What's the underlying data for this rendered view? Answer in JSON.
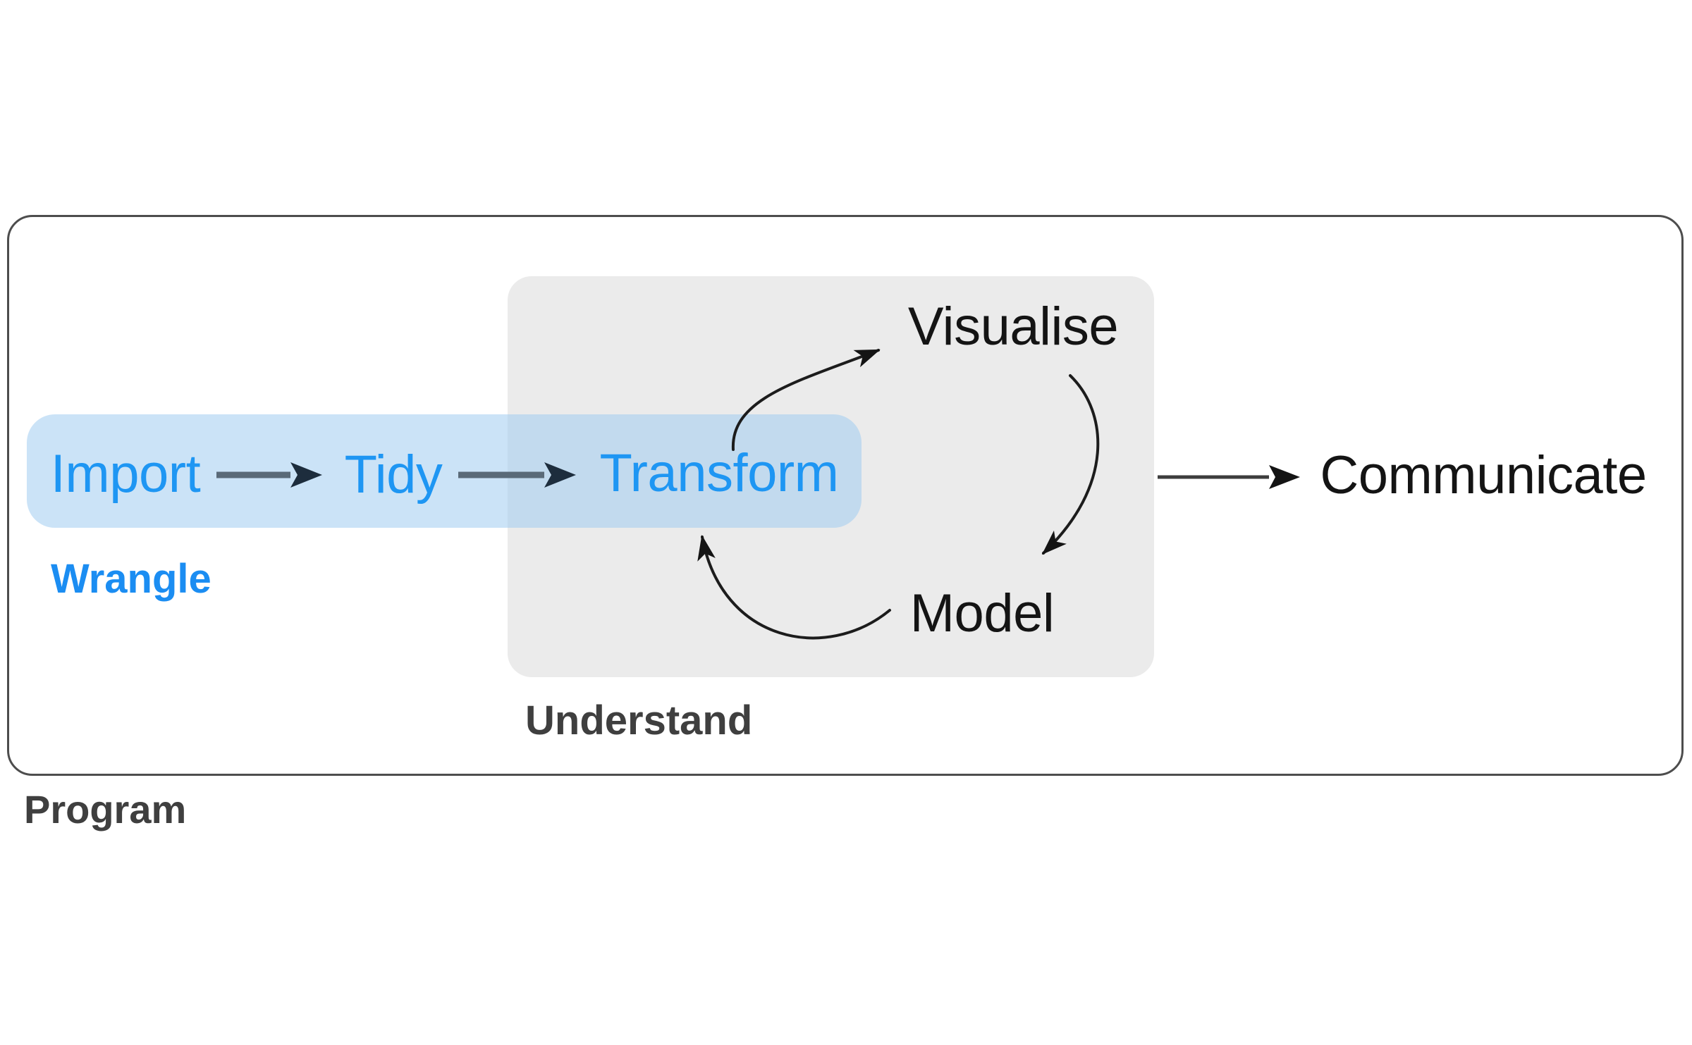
{
  "nodes": {
    "import": {
      "label": "Import"
    },
    "tidy": {
      "label": "Tidy"
    },
    "transform": {
      "label": "Transform"
    },
    "visualise": {
      "label": "Visualise"
    },
    "model": {
      "label": "Model"
    },
    "communicate": {
      "label": "Communicate"
    }
  },
  "regions": {
    "wrangle": {
      "label": "Wrangle"
    },
    "understand": {
      "label": "Understand"
    },
    "program": {
      "label": "Program"
    }
  },
  "arrows": [
    {
      "from": "Import",
      "to": "Tidy"
    },
    {
      "from": "Tidy",
      "to": "Transform"
    },
    {
      "from": "Transform",
      "to": "Visualise"
    },
    {
      "from": "Visualise",
      "to": "Model"
    },
    {
      "from": "Model",
      "to": "Transform"
    },
    {
      "from": "Understand",
      "to": "Communicate"
    }
  ],
  "colors": {
    "node_text_blue": "#1e96f3",
    "node_text_dark": "#141414",
    "wrangle_label_blue": "#1b8df2",
    "caption_dark_gray": "#3f3f3f",
    "wrangle_region_fill": "rgba(160,204,240,0.55)",
    "understand_region_fill": "#ebebeb",
    "program_border": "#4d4d4d",
    "straight_arrow_shaft": "#5a6a78",
    "straight_arrow_head": "#1d2d3d",
    "communicate_arrow_shaft": "#3d3d3d",
    "curved_arrow": "#1c1c1c",
    "background": "#ffffff"
  }
}
